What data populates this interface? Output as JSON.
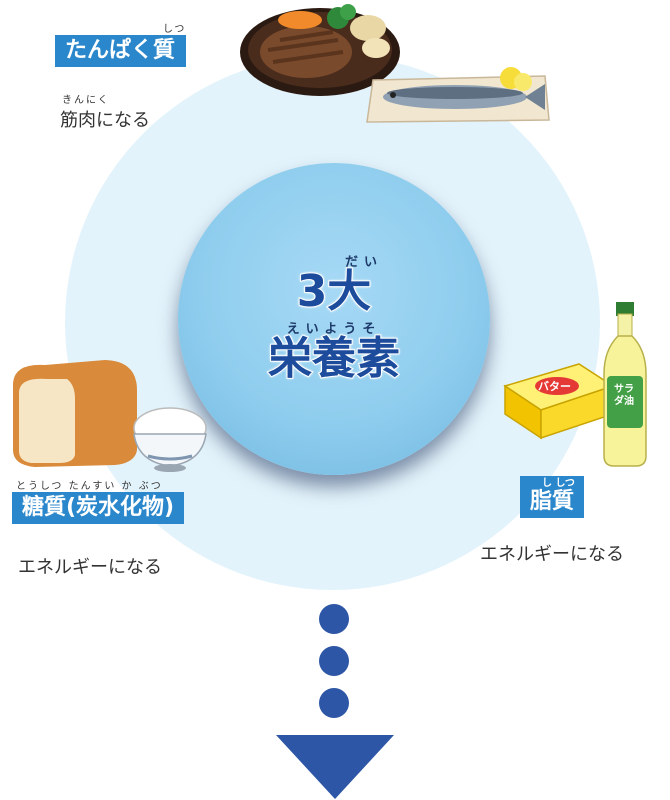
{
  "center": {
    "line1": "3大",
    "line1_ruby": "だい",
    "line2": "栄養素",
    "line2_ruby": "えいようそ"
  },
  "nutrients": {
    "protein": {
      "label": "たんぱく質",
      "ruby": "しつ",
      "desc": "筋肉になる",
      "desc_ruby": "きんにく"
    },
    "carb": {
      "label": "糖質(炭水化物)",
      "ruby": "とうしつ たんすい か ぶつ",
      "desc": "エネルギーになる"
    },
    "fat": {
      "label": "脂質",
      "ruby": "し しつ",
      "desc": "エネルギーになる"
    }
  },
  "illustrations": {
    "butter_label": "バター",
    "oil_label": "サラダ油"
  },
  "colors": {
    "label_bg": "#2a87cc",
    "outer_circle": "#e3f3fb",
    "inner_circle": "#8fcdee",
    "arrow": "#2e56a6",
    "center_text": "#1e4c9c"
  }
}
